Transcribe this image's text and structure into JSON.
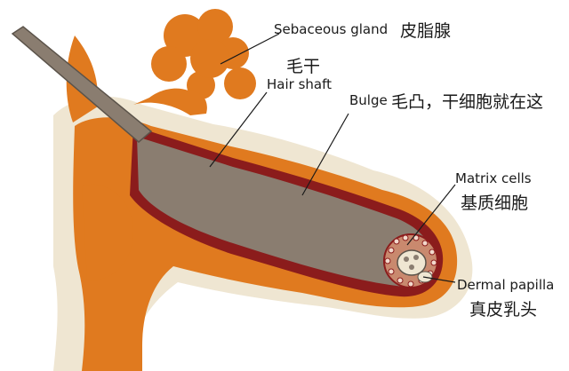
{
  "labels": {
    "sebaceous_en": "Sebaceous gland",
    "sebaceous_zh": "皮脂腺",
    "hair_shaft_zh": "毛干",
    "hair_shaft_en": "Hair shaft",
    "bulge_en": "Bulge",
    "bulge_zh": "毛凸，干细胞就在这",
    "matrix_en": "Matrix cells",
    "matrix_zh": "基质细胞",
    "papilla_en": "Dermal papilla",
    "papilla_zh": "真皮乳头"
  },
  "colors": {
    "tissue": "#e07a1f",
    "sheath": "#efe6d2",
    "shaft": "#8a7d70",
    "rim": "#8b1c1c",
    "leader": "#1a1a1a"
  }
}
